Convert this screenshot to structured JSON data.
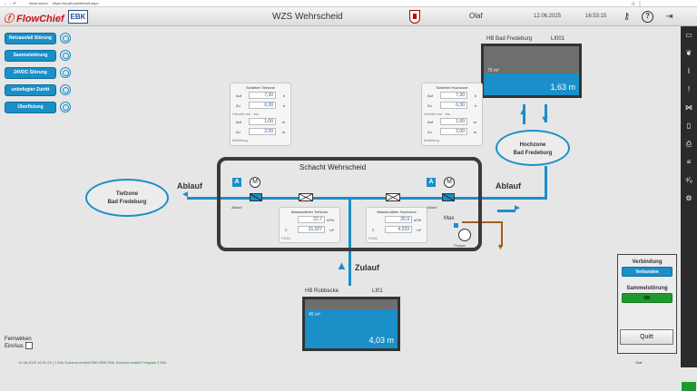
{
  "browser": {
    "security_label": "Nicht sicher",
    "url": "https://localhost/default.aspx"
  },
  "header": {
    "logo_text": "FlowChief",
    "logo2_text": "EBK",
    "title": "WZS Wehrscheid",
    "user": "Olaf",
    "date": "12.06.2025",
    "time": "16:53:15"
  },
  "alarms": [
    {
      "label": "Netzausfall Störung"
    },
    {
      "label": "Sammelstörung"
    },
    {
      "label": "24VDC Störung"
    },
    {
      "label": "unbefugter Zutritt"
    },
    {
      "label": "Überflutung"
    }
  ],
  "schacht": {
    "title": "Schacht Wehrscheid"
  },
  "flow": {
    "ablauf_left": "Ablauf",
    "ablauf_right": "Ablauf",
    "zulauf": "Zulauf"
  },
  "zones": {
    "tief": {
      "line1": "Tiefzone",
      "line2": "Bad Fredeburg"
    },
    "hoch": {
      "line1": "Hochzone",
      "line2": "Bad Fredeburg"
    }
  },
  "tanks": {
    "fredeburg": {
      "name": "HB Bad Fredeburg",
      "id": "LI001",
      "volume": "75 m³",
      "level": "1,63 m",
      "fill_fraction": 0.45
    },
    "robbecke": {
      "name": "HB Robbecke",
      "id": "LI01",
      "volume": "45 m³",
      "level": "4,03 m",
      "fill_fraction": 0.8
    }
  },
  "panels": {
    "schieber_tief": {
      "title": "Schieber Tiefzone",
      "r1": {
        "label": "Auf",
        "value": "7,30",
        "unit": "h"
      },
      "r2": {
        "label": "Zu",
        "value": "0,30",
        "unit": "h"
      },
      "sub1": "Uhrzeit von - bis",
      "r3": {
        "label": "Auf",
        "value": "1,00",
        "unit": "m"
      },
      "r4": {
        "label": "Zu",
        "value": "2,00",
        "unit": "m"
      },
      "sub2": "Befüllung"
    },
    "schieber_hoch": {
      "title": "Schieber Hochzone",
      "r1": {
        "label": "Auf",
        "value": "7,30",
        "unit": "h"
      },
      "r2": {
        "label": "Zu",
        "value": "0,30",
        "unit": "h"
      },
      "sub1": "Uhrzeit von - bis",
      "r3": {
        "label": "Auf",
        "value": "1,00",
        "unit": "m"
      },
      "r4": {
        "label": "Zu",
        "value": "2,00",
        "unit": "m"
      },
      "sub2": "Befüllung"
    },
    "wz_tief": {
      "title": "Wasserzähler Tiefzone",
      "r1": {
        "label": "",
        "value": "22,7",
        "unit": "m³/h"
      },
      "r2": {
        "label": "Σ",
        "value": "31.027",
        "unit": "m³"
      },
      "tag": "FI001"
    },
    "wz_hoch": {
      "title": "Wasserzähler Hochzone",
      "r1": {
        "label": "",
        "value": "20,9",
        "unit": "m³/h"
      },
      "r2": {
        "label": "Σ",
        "value": "4.233",
        "unit": "m³"
      },
      "tag": "FI002"
    }
  },
  "equipment": {
    "motor_symbol": "M",
    "auto_badge": "A",
    "valve_tag_left": "Ablauf",
    "valve_tag_right": "Ablauf",
    "max_label": "Max",
    "pump_tag": "Pumpe"
  },
  "status": {
    "verbindung_title": "Verbindung",
    "verbindung_value": "Verbunden",
    "sammel_title": "Sammelstörung",
    "sammel_value": "OK",
    "quitt_label": "Quitt"
  },
  "fernwirken": {
    "line1": "Fernwirken",
    "line2": "Ein/Aus"
  },
  "footer": {
    "text": "12.06.2025 16:51:23 | 1 Ebk Schema erstellt EBK-EBK EBK Schema erstellt Freigabe 2 Ebk",
    "user": "Olaf"
  },
  "colors": {
    "accent": "#1a8fc8",
    "ok": "#1c9b2c",
    "header": "#dcdcdc"
  }
}
